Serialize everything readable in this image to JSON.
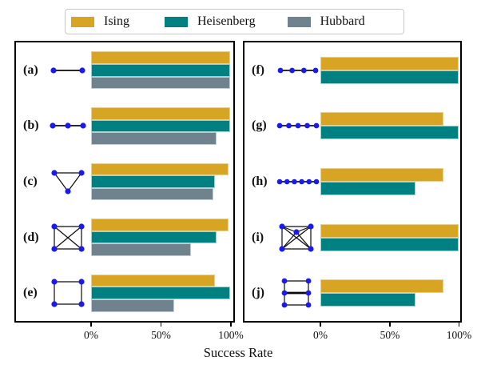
{
  "legend": {
    "items": [
      {
        "label": "Ising",
        "color": "#D7A423",
        "edge": "#e9d08e"
      },
      {
        "label": "Heisenberg",
        "color": "#008080",
        "edge": "#9ed2cf"
      },
      {
        "label": "Hubbard",
        "color": "#71828F",
        "edge": "#c3cdd5"
      }
    ]
  },
  "axis": {
    "xlabel": "Success Rate",
    "tick_labels": [
      "0%",
      "50%",
      "100%"
    ]
  },
  "chart_data": {
    "type": "bar",
    "orientation": "horizontal",
    "title": "",
    "xlabel": "Success Rate",
    "xlim": [
      0,
      100
    ],
    "x_tick_labels": [
      "0%",
      "50%",
      "100%"
    ],
    "grid": false,
    "legend_position": "top-center",
    "series_names": [
      "Ising",
      "Heisenberg",
      "Hubbard"
    ],
    "series_colors": {
      "Ising": "#D7A423",
      "Heisenberg": "#008080",
      "Hubbard": "#71828F"
    },
    "node_color": "#1a1af0",
    "panels": [
      {
        "id": "left",
        "categories": [
          "(a)",
          "(b)",
          "(c)",
          "(d)",
          "(e)"
        ],
        "icons": [
          "edge-2-nodes",
          "path-3-nodes",
          "triangle-3-nodes",
          "complete-4-nodes",
          "cycle-4-nodes"
        ],
        "series": [
          {
            "name": "Ising",
            "values": [
              100,
              100,
              99,
              99,
              89
            ]
          },
          {
            "name": "Heisenberg",
            "values": [
              100,
              100,
              89,
              90,
              100
            ]
          },
          {
            "name": "Hubbard",
            "values": [
              100,
              90,
              88,
              72,
              60
            ]
          }
        ]
      },
      {
        "id": "right",
        "categories": [
          "(f)",
          "(g)",
          "(h)",
          "(i)",
          "(j)"
        ],
        "icons": [
          "path-4-nodes",
          "path-5-nodes",
          "path-6-nodes",
          "complete-5-nodes",
          "ladder-2x3-nodes"
        ],
        "series": [
          {
            "name": "Ising",
            "values": [
              100,
              89,
              89,
              100,
              89
            ]
          },
          {
            "name": "Heisenberg",
            "values": [
              100,
              100,
              69,
              100,
              69
            ]
          }
        ]
      }
    ]
  }
}
